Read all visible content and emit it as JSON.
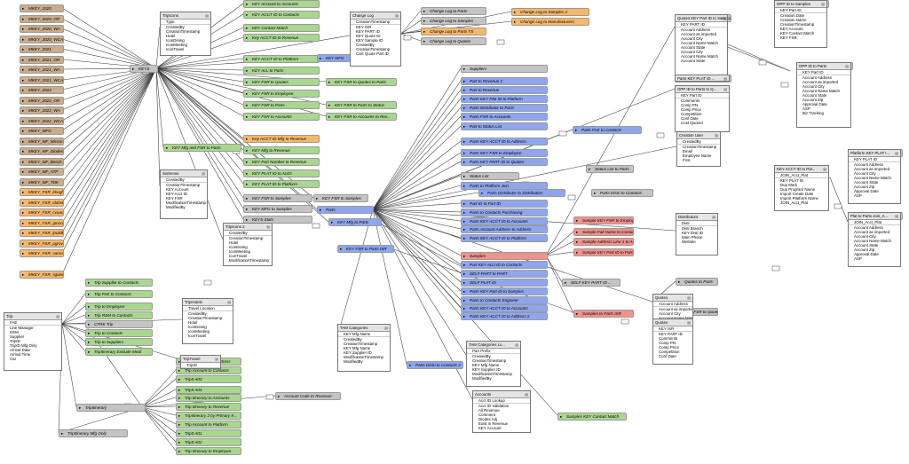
{
  "colors": {
    "gray": "#c4c4c4",
    "tan": "#c9ad8c",
    "orange": "#f9b868",
    "green": "#a9d790",
    "blue": "#8fa6ef",
    "red": "#f2928c",
    "table_header": "#e4e4e4",
    "line": "#3a3a3a"
  },
  "occurrences": [
    {
      "label": "MKEY_2020",
      "color": "tan"
    },
    {
      "label": "MKEY_2020_OR",
      "color": "tan"
    },
    {
      "label": "MKEY_2020_WA",
      "color": "tan"
    },
    {
      "label": "MKEY_2020_WCAN",
      "color": "tan"
    },
    {
      "label": "MKEY_2021",
      "color": "tan"
    },
    {
      "label": "MKEY_2021_OR",
      "color": "tan"
    },
    {
      "label": "MKEY_2021_WA",
      "color": "tan"
    },
    {
      "label": "MKEY_2021_WCAN",
      "color": "tan"
    },
    {
      "label": "MKEY_2022",
      "color": "tan"
    },
    {
      "label": "MKEY_2022_OR",
      "color": "tan"
    },
    {
      "label": "MKEY_2022_WA",
      "color": "tan"
    },
    {
      "label": "MKEY_2022_WCAN",
      "color": "tan"
    },
    {
      "label": "MKEY_MFG",
      "color": "tan"
    },
    {
      "label": "MKEY_MF_Micron",
      "color": "tan"
    },
    {
      "label": "MKEY_MF_Diodes",
      "color": "tan"
    },
    {
      "label": "MKEY_MF_Bosch",
      "color": "tan"
    },
    {
      "label": "MKEY_MF_ATP",
      "color": "tan"
    },
    {
      "label": "MKEY_MF_TDK",
      "color": "tan"
    },
    {
      "label": "MKEY_FSR_bhughes",
      "color": "orange"
    },
    {
      "label": "MKEY_FSR_clobst",
      "color": "orange"
    },
    {
      "label": "MKEY_FSR_cvaarlood",
      "color": "orange"
    },
    {
      "label": "MKEY_FSR_gmccoo",
      "color": "orange"
    },
    {
      "label": "MKEY_FSR_lpolidho",
      "color": "orange"
    },
    {
      "label": "MKEY_FSR_pgrovme",
      "color": "orange"
    },
    {
      "label": "MKEY_FSR_sarnott",
      "color": "orange"
    },
    {
      "label": "MKEY_FSR_sgaines",
      "color": "orange"
    },
    {
      "label": "KEYS",
      "color": "gray"
    },
    {
      "label": "KEY Account to Accounts",
      "color": "green"
    },
    {
      "label": "KEY ACCT ID to Contacts",
      "color": "green"
    },
    {
      "label": "KEY Contact Match",
      "color": "green"
    },
    {
      "label": "Key ACCT ID to Revenue",
      "color": "green"
    },
    {
      "label": "KEY ACCT ID to Platform",
      "color": "green"
    },
    {
      "label": "KEY MFG",
      "color": "blue"
    },
    {
      "label": "KEY ALL to Parts",
      "color": "green"
    },
    {
      "label": "KEY FSR to Quotes",
      "color": "green"
    },
    {
      "label": "KEY FSR to Employee",
      "color": "green"
    },
    {
      "label": "KEY FSR to Parts",
      "color": "green"
    },
    {
      "label": "KEY FSR to Accounts",
      "color": "green"
    },
    {
      "label": "KEY FSR to Quotes to Parts",
      "color": "green"
    },
    {
      "label": "KEY FSR to Parts to Status",
      "color": "green"
    },
    {
      "label": "KEY FSR to Accounts to Rev...",
      "color": "green"
    },
    {
      "label": "KEY Mfg and FSR to Parts",
      "color": "green"
    },
    {
      "label": "Key ACCT ID Mfg to Revenue",
      "color": "orange"
    },
    {
      "label": "KEY Mfg to Revenue",
      "color": "green"
    },
    {
      "label": "KEY Part Number to Revenue",
      "color": "green"
    },
    {
      "label": "KEY PLAT ID to Accts",
      "color": "green"
    },
    {
      "label": "KEY PLAT ID to Platform",
      "color": "green"
    },
    {
      "label": "KEY FSR to Samples",
      "color": "gray"
    },
    {
      "label": "KEY FSR to Samples",
      "color": "gray"
    },
    {
      "label": "KEY MFG to Samples",
      "color": "gray"
    },
    {
      "label": "KEYS Stats",
      "color": "gray"
    },
    {
      "label": "Parts",
      "color": "blue"
    },
    {
      "label": "KEY Mfg to Parts",
      "color": "blue"
    },
    {
      "label": "KEY FSR to Parts ISR",
      "color": "blue"
    },
    {
      "label": "Change Log to Parts",
      "color": "gray"
    },
    {
      "label": "Change Log to Samples",
      "color": "gray"
    },
    {
      "label": "Change Log to Parts TS",
      "color": "orange"
    },
    {
      "label": "Change Log to Quotes",
      "color": "gray"
    },
    {
      "label": "Change Log to Samples 2",
      "color": "orange"
    },
    {
      "label": "Change Log to Manufacturers",
      "color": "orange"
    },
    {
      "label": "Suppliers",
      "color": "gray"
    },
    {
      "label": "Part to Revenue 2",
      "color": "blue"
    },
    {
      "label": "Part to Revenue",
      "color": "blue"
    },
    {
      "label": "Parts KEY Plat ID to Platform",
      "color": "blue"
    },
    {
      "label": "Parts Distributor to Parts",
      "color": "blue"
    },
    {
      "label": "Parts FSR to Accounts",
      "color": "blue"
    },
    {
      "label": "Part to Status List",
      "color": "blue"
    },
    {
      "label": "Parts KEY ACCT ID to Address",
      "color": "blue"
    },
    {
      "label": "Parts KEY FSR to Employee",
      "color": "blue"
    },
    {
      "label": "Parts KEY PART ID to Quotes",
      "color": "blue"
    },
    {
      "label": "Status List",
      "color": "gray"
    },
    {
      "label": "Parts to Platform Join",
      "color": "blue"
    },
    {
      "label": "Parts Distributor to Distributors",
      "color": "blue"
    },
    {
      "label": "Part ID to Part ID",
      "color": "blue"
    },
    {
      "label": "Parts to Contacts Purchasing",
      "color": "blue"
    },
    {
      "label": "Parts KEY ACCT ID to Accounts",
      "color": "blue"
    },
    {
      "label": "Parts Account Address to Address",
      "color": "blue"
    },
    {
      "label": "Parts KEY ACCT ID to Platform",
      "color": "blue"
    },
    {
      "label": "Samples",
      "color": "red"
    },
    {
      "label": "Part KEY Acct ID to Contacts",
      "color": "blue"
    },
    {
      "label": "SELF PART to PART",
      "color": "blue"
    },
    {
      "label": "SELF PLAT ID",
      "color": "blue"
    },
    {
      "label": "Parts KEY Part ID to Samples",
      "color": "blue"
    },
    {
      "label": "Parts to Contacts Engineer",
      "color": "blue"
    },
    {
      "label": "Parts KEY ACCT ID to Accounts",
      "color": "blue"
    },
    {
      "label": "Parts KEY ACCT ID to Address 2",
      "color": "blue"
    },
    {
      "label": "Parts FAE to Contacts",
      "color": "blue"
    },
    {
      "label": "Status List to Parts",
      "color": "gray"
    },
    {
      "label": "Parts Distri to Contacts",
      "color": "gray"
    },
    {
      "label": "Sample KEY FSR to Employee",
      "color": "red"
    },
    {
      "label": "Sample Full Name to Contacts",
      "color": "red"
    },
    {
      "label": "Sample Address Line 1 to Addr...",
      "color": "red"
    },
    {
      "label": "Sample KEY Part ID to Parts",
      "color": "red"
    },
    {
      "label": "Samples to Parts ISR",
      "color": "red"
    },
    {
      "label": "SELF KEY PART ID ...",
      "color": "gray"
    },
    {
      "label": "Quotes to Parts",
      "color": "gray"
    },
    {
      "label": "KEY FSR to Quotes 1",
      "color": "gray"
    },
    {
      "label": "Samples KEY Contact Match",
      "color": "green"
    },
    {
      "label": "Trip Supplier to Contacts",
      "color": "green"
    },
    {
      "label": "Trip FAE to Contacts",
      "color": "green"
    },
    {
      "label": "Trip to Employee",
      "color": "green"
    },
    {
      "label": "Trip RSM to Contacts",
      "color": "green"
    },
    {
      "label": "CTRK Trip",
      "color": "gray"
    },
    {
      "label": "Trip to Contacts",
      "color": "green"
    },
    {
      "label": "Trip to Suppliers",
      "color": "green"
    },
    {
      "label": "TripItinerary Exclude Meal",
      "color": "green"
    },
    {
      "label": "TripItinerary",
      "color": "gray"
    },
    {
      "label": "TripItinerary Mfg Only",
      "color": "gray"
    },
    {
      "label": "KEY ACCT ID to Address",
      "color": "green"
    },
    {
      "label": "Trip Account to Contacts",
      "color": "green"
    },
    {
      "label": "TripIt Att3",
      "color": "green"
    },
    {
      "label": "TripIt Att4",
      "color": "green"
    },
    {
      "label": "Trip Itinerary to Accounts",
      "color": "green"
    },
    {
      "label": "Trip Itinerary to Revenue",
      "color": "green"
    },
    {
      "label": "TripItinerary 2 by Primary K...",
      "color": "green"
    },
    {
      "label": "Trip Account to Platform",
      "color": "green"
    },
    {
      "label": "TripIt Att1",
      "color": "green"
    },
    {
      "label": "TripIt Att2",
      "color": "green"
    },
    {
      "label": "Trip Itinerary to Employee",
      "color": "green"
    },
    {
      "label": "Account Code to Revenue",
      "color": "gray"
    },
    {
      "label": "Parts Distri to Contacts 2",
      "color": "blue"
    },
    {
      "label": "OPP ID to Samples",
      "color": "gray"
    },
    {
      "label": "Quotes KEY Part ID to Samples",
      "color": "gray"
    },
    {
      "label": "OPP ID to Parts",
      "color": "gray"
    },
    {
      "label": "Parts KEY PLAT ID ...",
      "color": "gray"
    },
    {
      "label": "Platform KEY PLAT I...",
      "color": "gray"
    },
    {
      "label": "Plat to Parts Join_A...",
      "color": "gray"
    }
  ],
  "tables": [
    {
      "title": "TripIcons",
      "fields": [
        "Type",
        "CreatedBy",
        "CreationTimestamp",
        "Hotel",
        "IconDining",
        "IconMeeting",
        "IconTravel"
      ]
    },
    {
      "title": "SixSense",
      "fields": [
        "CreatedBy",
        "CreationTimestamp",
        "KEY Account",
        "KEY Acct ID",
        "KEY FSR",
        "ModificationTimestamp",
        "ModifiedBy"
      ]
    },
    {
      "title": "TripIcons 2",
      "fields": [
        "CreatedBy",
        "CreationTimestamp",
        "Hotel",
        "IconDining",
        "IconMeeting",
        "IconTravel",
        "ModificationTimestamp"
      ]
    },
    {
      "title": "TripHotels",
      "fields": [
        "Travel Location",
        "CreatedBy",
        "CreationTimestamp",
        "Hotel",
        "IconDining",
        "IconMeeting",
        "IconTravel"
      ]
    },
    {
      "title": "TripTravel",
      "fields": [
        "TripID"
      ]
    },
    {
      "title": "Trip",
      "fields": [
        "FAE",
        "Line Manager",
        "RSM",
        "Supplier",
        "TripID",
        "TripID Mfg Only",
        "Arrival Date",
        "Arrival Time",
        "Car"
      ]
    },
    {
      "title": "Change Log",
      "fields": [
        "CreationTimestamp",
        "KEY ISR",
        "KEY PART ID",
        "KEY Quote ID",
        "KEY Sample ID",
        "CreatedBy",
        "CreationTimestamp",
        "Calc Quote Part ID"
      ]
    },
    {
      "title": "TAM Categories",
      "fields": [
        "KEY Mfg Name",
        "CreatedBy",
        "CreationTimestamp",
        "KEY Mfg Name",
        "KEY Supplier ID",
        "ModificationTimestamp",
        "ModifiedBy"
      ]
    },
    {
      "title": "TAM Categories Lo...",
      "fields": [
        "Part Prefix",
        "CreatedBy",
        "CreationTimestamp",
        "KEY Mfg Name",
        "KEY Supplier ID",
        "ModificationTimestamp",
        "ModifiedBy"
      ]
    },
    {
      "title": "Accounts",
      "fields": [
        "Acct ID Lookup",
        "Acct ID Validation",
        "All Revenue",
        "Comment",
        "Diodes Adj",
        "Exist in Revenue",
        "KEY Account"
      ]
    },
    {
      "title": "Quotes KEY Part ID to Samples",
      "fields": [
        "KEY PART ID",
        "Account Address",
        "Account as imported",
        "Account City",
        "Account Name Match",
        "Account State",
        "Account City",
        "Account Name Match",
        "Account State"
      ]
    },
    {
      "title": "OPP ID to Samples",
      "fields": [
        "KEY Part ID",
        "Creation Date",
        "Creation Name",
        "CreationTimestamp",
        "KEY Account",
        "KEY Contact Match",
        "KEY FSR"
      ]
    },
    {
      "title": "OPP ID to Parts",
      "fields": [
        "KEY Part ID",
        "Account Address",
        "Account as imported",
        "Account City",
        "Account Name Match",
        "Account State",
        "Account Zip",
        "Approval Date",
        "ASP",
        "Biz Tracking"
      ]
    },
    {
      "title": "Parts KEY PLAT ID ...",
      "fields": []
    },
    {
      "title": "OPP ID to Parts to Q...",
      "fields": [
        "KEY Part ID",
        "Comments",
        "Comp PN",
        "Comp Price",
        "Competition",
        "Conf Date",
        "Cost Quoted"
      ]
    },
    {
      "title": "Creation User",
      "fields": [
        "CreatedBy",
        "CreationTimestamp",
        "Email",
        "Employee Name",
        "First"
      ]
    },
    {
      "title": "KEY ACCT ID to Par...",
      "fields": [
        "JOIN_Acct_Plat",
        "KEY PLAT ID",
        "Dup Mark",
        "Dup Program Name",
        "Import Create Date",
        "Import Platform Name",
        "JOIN_Acct_Plat"
      ]
    },
    {
      "title": "Platform KEY PLAT I...",
      "fields": [
        "KEY PLAT ID",
        "Account Address",
        "Account as imported",
        "Account City",
        "Account Name Match",
        "Account State",
        "Account Zip",
        "Approval Date",
        "ASP"
      ]
    },
    {
      "title": "Plat to Parts Join_A...",
      "fields": [
        "JOIN_Acct_Plat",
        "Account Address",
        "Account as imported",
        "Account City",
        "Account Name Match",
        "Account State",
        "Account Zip",
        "Approval Date",
        "ASP"
      ]
    },
    {
      "title": "Distributors",
      "fields": [
        "Disti",
        "Disti Branch",
        "KEY Disti ID",
        "Main Phone",
        "Website"
      ]
    },
    {
      "title": "Quotes",
      "fields": [
        "Account Address",
        "Account as imported",
        "Account City",
        "Account Name Match",
        "Account State"
      ]
    },
    {
      "title": "Quotes",
      "fields": [
        "KEY ISR",
        "KEY PART ID",
        "Comments",
        "Comp PN",
        "Comp Price",
        "Competition",
        "Conf Date"
      ]
    }
  ]
}
